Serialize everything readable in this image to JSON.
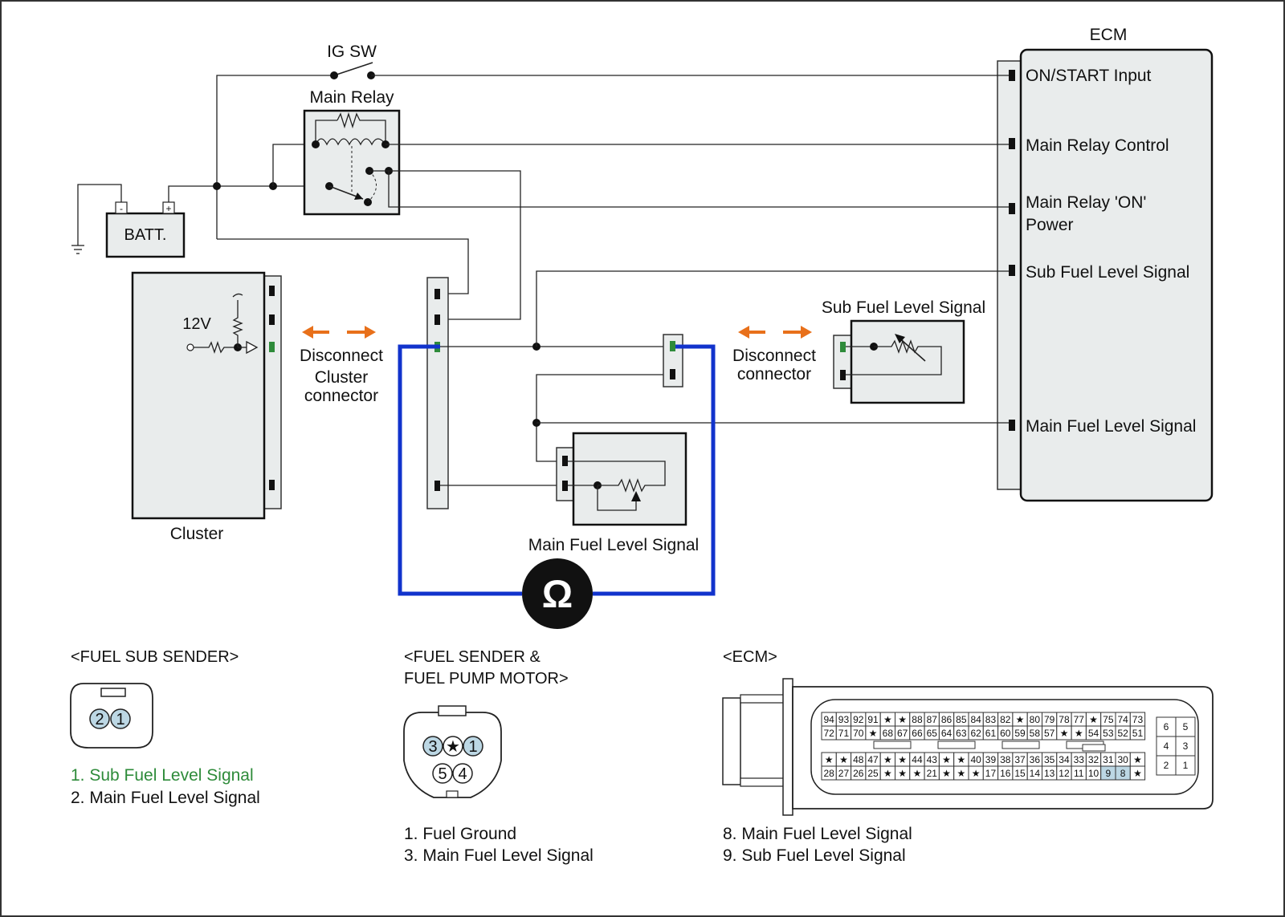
{
  "diagram": {
    "frame_label": "",
    "ecm": {
      "title": "ECM",
      "pins": {
        "on_start": "ON/START Input",
        "main_relay_control": "Main Relay Control",
        "main_relay_on_line1": "Main Relay 'ON'",
        "main_relay_on_line2": "Power",
        "sub_fuel_level": "Sub Fuel Level Signal",
        "main_fuel_level": "Main Fuel Level Signal"
      }
    },
    "ig_sw": "IG SW",
    "main_relay": "Main Relay",
    "battery": "BATT.",
    "battery_neg": "-",
    "battery_pos": "+",
    "cluster": {
      "title": "Cluster",
      "voltage": "12V"
    },
    "disconnect_cluster": {
      "line1": "Disconnect",
      "line2": "Cluster",
      "line3": "connector"
    },
    "disconnect_connector": {
      "line1": "Disconnect",
      "line2": "connector"
    },
    "sub_sender_title": "Sub Fuel Level Signal",
    "main_sender_title": "Main Fuel Level Signal",
    "ohmmeter_symbol": "Ω",
    "colors": {
      "harness": "#1133cc",
      "arrow": "#e8701a",
      "pin_highlight": "#2e8b3a",
      "pin_fill": "#bcd7e4"
    }
  },
  "connectors": {
    "fuel_sub_sender": {
      "title": "<FUEL SUB SENDER>",
      "pins": [
        "2",
        "1"
      ],
      "legend": [
        "1. Sub Fuel Level Signal",
        "2. Main Fuel Level Signal"
      ]
    },
    "fuel_sender_pump": {
      "title_line1": "<FUEL SENDER &",
      "title_line2": "FUEL PUMP MOTOR>",
      "pins_top": [
        "3",
        "★",
        "1"
      ],
      "pins_bottom": [
        "5",
        "4"
      ],
      "legend": [
        "1. Fuel Ground",
        "3. Main Fuel Level Signal"
      ]
    },
    "ecm": {
      "title": "<ECM>",
      "row1": [
        "94",
        "93",
        "92",
        "91",
        "★",
        "★",
        "88",
        "87",
        "86",
        "85",
        "84",
        "83",
        "82",
        "★",
        "80",
        "79",
        "78",
        "77",
        "★",
        "75",
        "74",
        "73"
      ],
      "row2": [
        "72",
        "71",
        "70",
        "★",
        "68",
        "67",
        "66",
        "65",
        "64",
        "63",
        "62",
        "61",
        "60",
        "59",
        "58",
        "57",
        "★",
        "★",
        "54",
        "53",
        "52",
        "51"
      ],
      "row3": [
        "★",
        "★",
        "48",
        "47",
        "★",
        "★",
        "44",
        "43",
        "★",
        "★",
        "40",
        "39",
        "38",
        "37",
        "36",
        "35",
        "34",
        "33",
        "32",
        "31",
        "30",
        "★"
      ],
      "row4": [
        "28",
        "27",
        "26",
        "25",
        "★",
        "★",
        "★",
        "21",
        "★",
        "★",
        "★",
        "17",
        "16",
        "15",
        "14",
        "13",
        "12",
        "11",
        "10",
        "9",
        "8",
        "★"
      ],
      "small_pins": [
        "6",
        "5",
        "4",
        "3",
        "2",
        "1"
      ],
      "legend": [
        "8. Main Fuel Level Signal",
        "9. Sub Fuel Level Signal"
      ]
    }
  }
}
